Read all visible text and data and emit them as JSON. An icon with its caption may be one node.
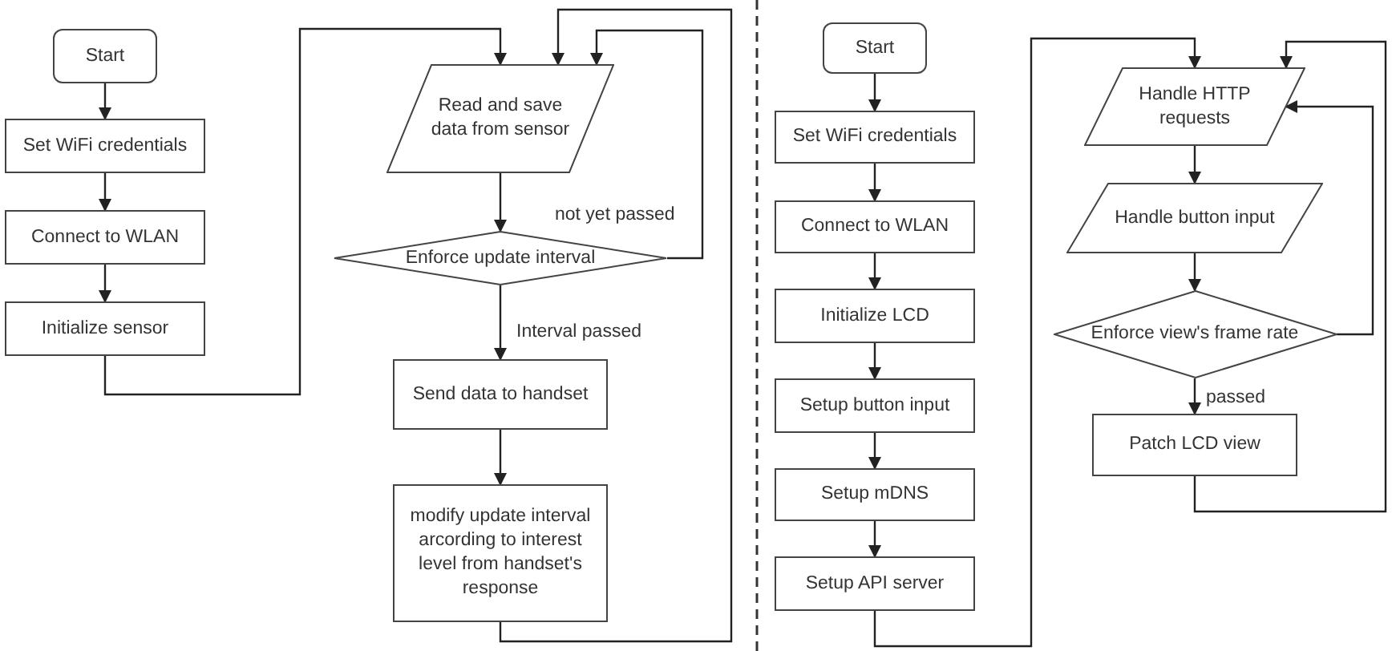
{
  "diagram": {
    "nodes": [
      {
        "text": [
          "Start"
        ]
      },
      {
        "text": [
          "Set WiFi credentials"
        ]
      },
      {
        "text": [
          "Connect to WLAN"
        ]
      },
      {
        "text": [
          "Initialize sensor"
        ]
      },
      {
        "text": [
          "Read and save data from sensor"
        ]
      },
      {
        "text": [
          "Enforce update interval"
        ]
      },
      {
        "text": [
          "Send data to handset"
        ]
      },
      {
        "text": [
          "modify update interval arcording to interest level from handset's response"
        ]
      },
      {
        "text": [
          "Start"
        ]
      },
      {
        "text": [
          "Set WiFi credentials"
        ]
      },
      {
        "text": [
          "Connect to WLAN"
        ]
      },
      {
        "text": [
          "Initialize LCD"
        ]
      },
      {
        "text": [
          "Setup button input"
        ]
      },
      {
        "text": [
          "Setup mDNS"
        ]
      },
      {
        "text": [
          "Setup API server"
        ]
      },
      {
        "text": [
          "Handle HTTP requests"
        ]
      },
      {
        "text": [
          "Handle button input"
        ]
      },
      {
        "text": [
          "Enforce view's frame rate"
        ]
      },
      {
        "text": [
          "Patch LCD view"
        ]
      }
    ],
    "edges": [
      {
        "from": 0,
        "to": 1,
        "arrow": "to"
      },
      {
        "from": 1,
        "to": 2,
        "arrow": "to"
      },
      {
        "from": 2,
        "to": 3,
        "arrow": "to"
      },
      {
        "from": 3,
        "to": 4,
        "arrow": "to"
      },
      {
        "from": 4,
        "to": 5,
        "arrow": "to"
      },
      {
        "from": 5,
        "to": 4,
        "arrow": "to",
        "label": "not yet passed"
      },
      {
        "from": 5,
        "to": 6,
        "arrow": "to",
        "label": "Interval passed"
      },
      {
        "from": 6,
        "to": 7,
        "arrow": "to"
      },
      {
        "from": 7,
        "to": 4,
        "arrow": "to"
      },
      {
        "from": 8,
        "to": 9,
        "arrow": "to"
      },
      {
        "from": 9,
        "to": 10,
        "arrow": "to"
      },
      {
        "from": 10,
        "to": 11,
        "arrow": "to"
      },
      {
        "from": 11,
        "to": 12,
        "arrow": "to"
      },
      {
        "from": 12,
        "to": 13,
        "arrow": "to"
      },
      {
        "from": 13,
        "to": 14,
        "arrow": "to"
      },
      {
        "from": 14,
        "to": 15,
        "arrow": "to"
      },
      {
        "from": 15,
        "to": 16,
        "arrow": "to"
      },
      {
        "from": 16,
        "to": 17,
        "arrow": "to"
      },
      {
        "from": 17,
        "to": 15,
        "arrow": "to"
      },
      {
        "from": 17,
        "to": 18,
        "arrow": "to",
        "label": "passed"
      },
      {
        "from": 18,
        "to": 15,
        "arrow": "to"
      }
    ]
  }
}
